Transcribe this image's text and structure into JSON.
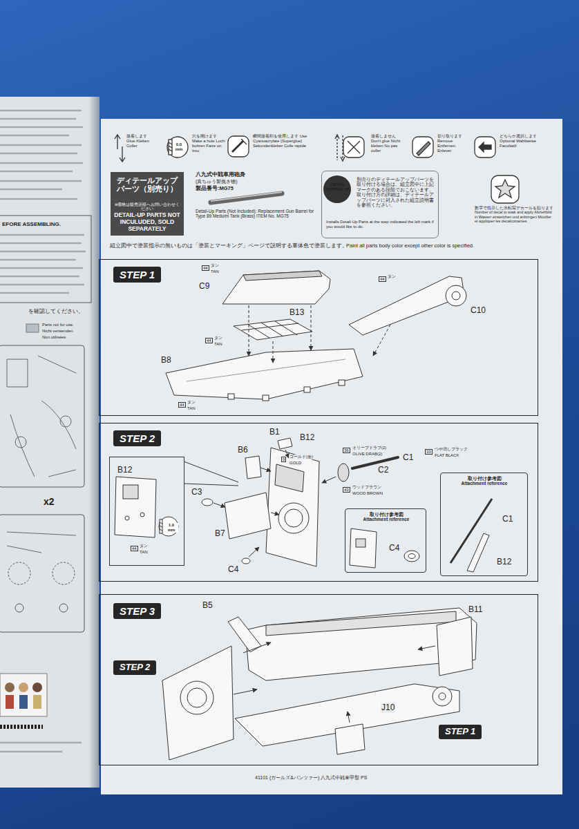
{
  "diagram": {
    "nodes": [
      {
        "text": [
          "ディテールアップパーツ（別売り）",
          "※価格は販売店様へお問い合わせください",
          "DETAIL-UP PARTS NOT INCULUDED, SOLD SEPARATELY"
        ]
      },
      {
        "text": [
          "DETAIL OPTION UP",
          "別売りのディテールアップパーツを取り付ける場合は、組立図中に上記マークのある段階でおこないます。取り付け方の詳細は、ディテールアップパーツに封入された組立説明書を参照ください。",
          "Installs Detail-Up Parts at the step indicated the left mark if you would like to do."
        ]
      },
      {
        "text": [
          "STEP 1"
        ]
      },
      {
        "text": [
          "STEP 2"
        ]
      },
      {
        "text": [
          "B12",
          "1.0 mm",
          "44",
          "タン",
          "TAN"
        ],
        "in": 3
      },
      {
        "text": [
          "取り付け参考図 Attachment reference",
          "C4"
        ],
        "in": 3
      },
      {
        "text": [
          "取り付け参考図 Attachment reference",
          "C1",
          "B12"
        ],
        "in": 3
      },
      {
        "text": [
          "STEP 3"
        ]
      },
      {
        "text": [
          "STEP 2"
        ],
        "in": 7
      },
      {
        "text": [
          "STEP 1"
        ],
        "in": 7
      }
    ],
    "labels": [
      "接着します Glue Kleben Coller",
      "0.0 mm",
      "穴を開けます Make a hole Loch bohren Faire un trou",
      "瞬間接着剤を使用します Use Cyanoacrylate (Superglue) Sekundenkleber Colle rapide",
      "接着しません Don't glue Nicht kleben No pas coller",
      "切り取ります Remove Entfernen Enlever",
      "どちらか選択します Optional Wahlweise Facultatif",
      "八九式中戦車用砲身",
      "(真ちゅう製挽き物)",
      "製品番号:MG75",
      "Detail-Up Parts (Not Included): Replacement Gun Barrel for Type 89 Meduim Tank (Brass) ITEM No. MG75",
      "数字で指示した水転写デカールを貼ります Number of decal to soak and apply Abziehbild in Wasser einweichen und anbringen Mouiller et appliquer les décalcomanies",
      "組立図中で塗装指示の無いものは「塗装とマーキング」ページで説明する車体色で塗装します。",
      "Paint all parts body color except other color is specified.",
      "44",
      "タン",
      "TAN",
      "C9",
      "B13",
      "44",
      "タン",
      "TAN",
      "B8",
      "44",
      "タン",
      "TAN",
      "44",
      "タン",
      "C10",
      "B1",
      "B12",
      "B6",
      "9",
      "ゴールド(金)",
      "GOLD",
      "36",
      "オリーブドラブ(2)",
      "OLIVE DRAB(2)",
      "33",
      "つや消しブラック",
      "FLAT BLACK",
      "C1",
      "C2",
      "43",
      "ウッドブラウン",
      "WOOD BROWN",
      "C3",
      "B7",
      "C4",
      "B5",
      "B11",
      "J10",
      "41101 (ガールズ&パンツァー) 八九式中戦車甲型 PS",
      "EFORE ASSEMBLING.",
      "を確認してください。",
      "Parts not for use.",
      "Nicht verwenden",
      "Non utilisées",
      "x2"
    ]
  }
}
